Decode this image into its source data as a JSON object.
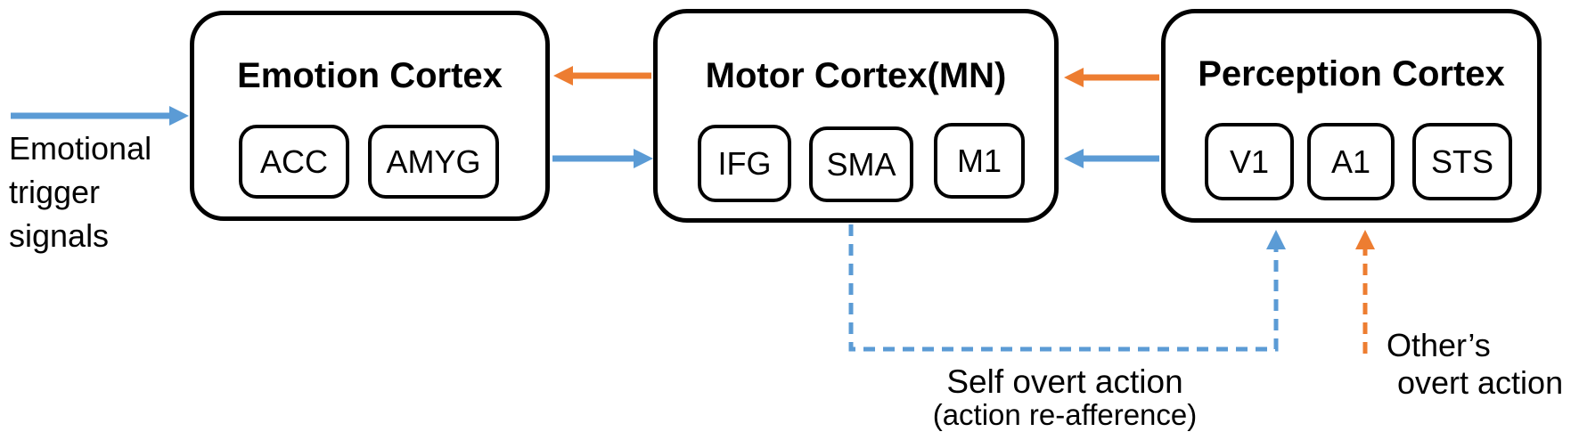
{
  "diagram_title": "Mirror-neuron emotion/motor/perception cortex pathway diagram",
  "colors": {
    "blue_arrow": "#5B9BD5",
    "orange_arrow": "#ED7D31",
    "box_border": "#000000",
    "text": "#000000",
    "background": "#ffffff"
  },
  "boxes": [
    {
      "title": "Emotion Cortex",
      "subregions": [
        "ACC",
        "AMYG"
      ]
    },
    {
      "title": "Motor Cortex(MN)",
      "subregions": [
        "IFG",
        "SMA",
        "M1"
      ]
    },
    {
      "title": "Perception Cortex",
      "subregions": [
        "V1",
        "A1",
        "STS"
      ]
    }
  ],
  "labels": {
    "emotional_trigger": {
      "lines": [
        "Emotional",
        "trigger",
        "signals"
      ]
    },
    "self_overt": {
      "line1": "Self overt action",
      "line2": "(action re-afference)"
    },
    "others_overt": {
      "lines": [
        "Other’s",
        "overt action"
      ]
    }
  },
  "edges": [
    {
      "from": "external-left",
      "to": "Emotion Cortex",
      "color": "blue",
      "style": "solid",
      "label": "Emotional trigger signals"
    },
    {
      "from": "Motor Cortex(MN)",
      "to": "Emotion Cortex",
      "color": "orange",
      "style": "solid"
    },
    {
      "from": "Emotion Cortex",
      "to": "Motor Cortex(MN)",
      "color": "blue",
      "style": "solid"
    },
    {
      "from": "Perception Cortex",
      "to": "Motor Cortex(MN)",
      "color": "orange",
      "style": "solid"
    },
    {
      "from": "Perception Cortex",
      "to": "Motor Cortex(MN)",
      "color": "blue",
      "style": "solid"
    },
    {
      "from": "SMA",
      "to": "V1",
      "color": "blue",
      "style": "dashed",
      "label": "Self overt action (action re-afference)"
    },
    {
      "from": "external-bottom",
      "to": "A1",
      "color": "orange",
      "style": "dashed",
      "label": "Other’s overt action"
    }
  ]
}
